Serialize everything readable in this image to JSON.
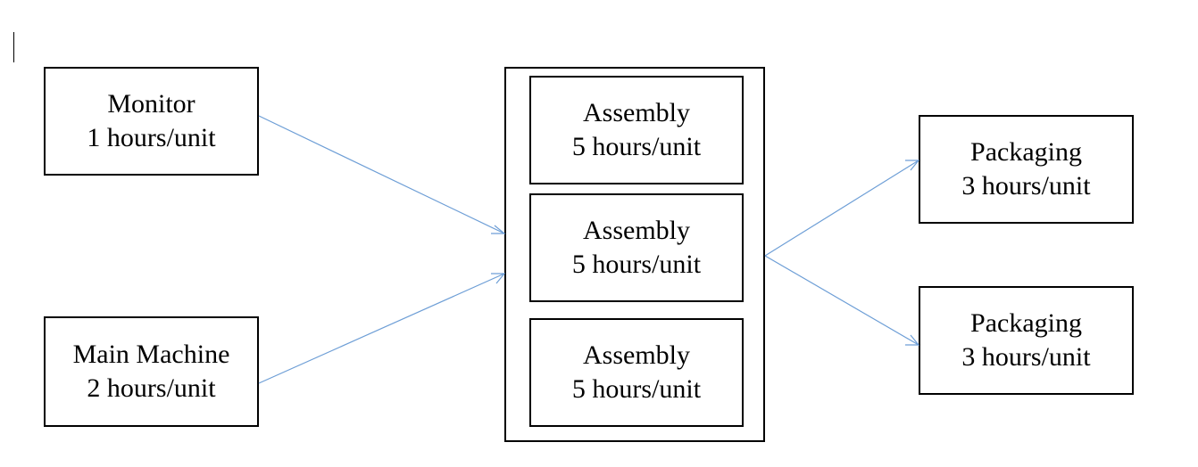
{
  "colors": {
    "arrow": "#6d9ed6",
    "box_border": "#000000"
  },
  "nodes": {
    "monitor": {
      "name": "Monitor",
      "rate": "1 hours/unit"
    },
    "main_machine": {
      "name": "Main Machine",
      "rate": "2 hours/unit"
    },
    "assembly_1": {
      "name": "Assembly",
      "rate": "5 hours/unit"
    },
    "assembly_2": {
      "name": "Assembly",
      "rate": "5 hours/unit"
    },
    "assembly_3": {
      "name": "Assembly",
      "rate": "5 hours/unit"
    },
    "packaging_1": {
      "name": "Packaging",
      "rate": "3 hours/unit"
    },
    "packaging_2": {
      "name": "Packaging",
      "rate": "3 hours/unit"
    }
  },
  "edges": [
    {
      "from": "monitor",
      "to": "assembly_group"
    },
    {
      "from": "main_machine",
      "to": "assembly_group"
    },
    {
      "from": "assembly_group",
      "to": "packaging_1"
    },
    {
      "from": "assembly_group",
      "to": "packaging_2"
    }
  ]
}
